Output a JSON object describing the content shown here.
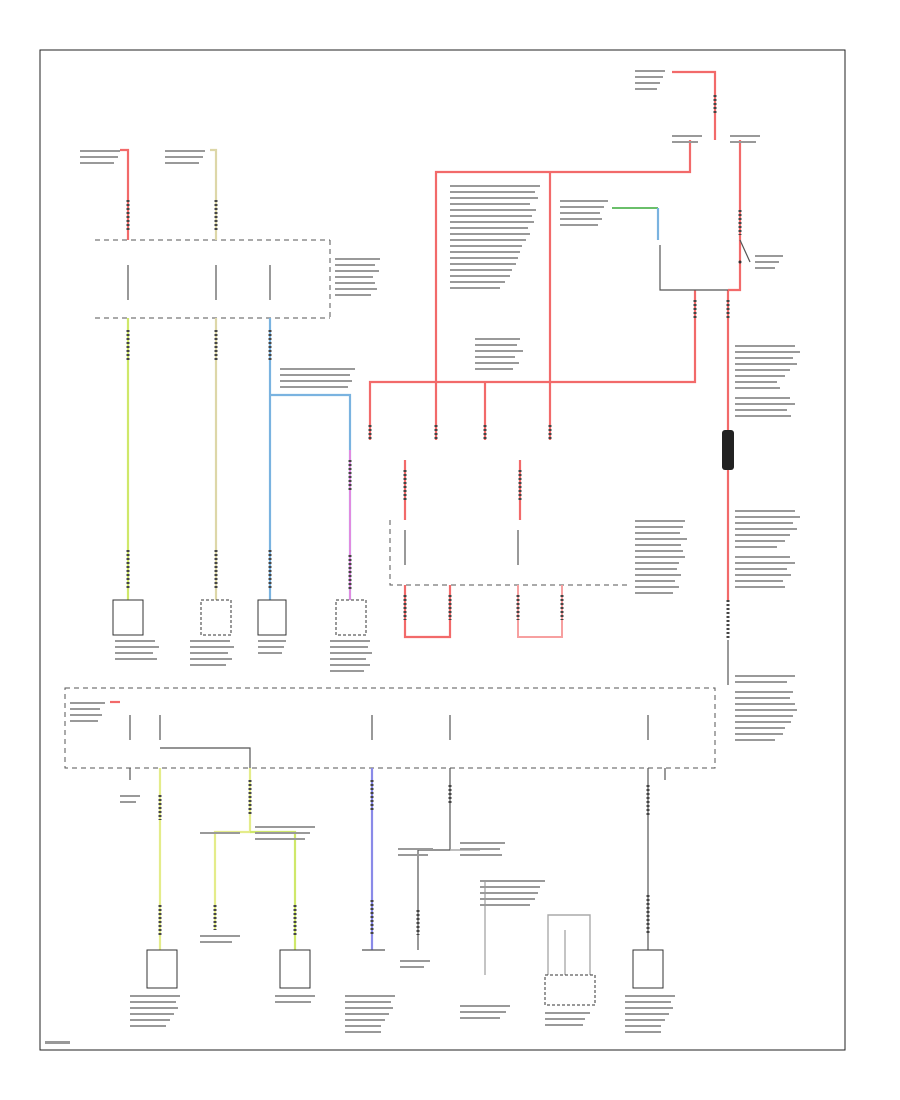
{
  "diagram": {
    "title": "",
    "figure_code": "",
    "note": ""
  },
  "colors": {
    "red": "#f26a6a",
    "light_red": "#f7a0a0",
    "yellow": "#e4ec8a",
    "lime": "#cfe86a",
    "tan": "#ddd7a8",
    "blue": "#7ab3e0",
    "pink": "#e08be0",
    "purple": "#8a8ae8",
    "green": "#6abf6a",
    "black": "#555555",
    "border": "#222222"
  },
  "components": [
    {
      "id": "upper-left-a",
      "type": "component-box"
    },
    {
      "id": "upper-left-b",
      "type": "component-box"
    },
    {
      "id": "upper-left-c",
      "type": "component-box"
    },
    {
      "id": "upper-left-d",
      "type": "component-box"
    },
    {
      "id": "lower-a",
      "type": "component-box"
    },
    {
      "id": "lower-b",
      "type": "component-box"
    },
    {
      "id": "lower-c",
      "type": "component-box"
    },
    {
      "id": "lower-d",
      "type": "component-box"
    }
  ]
}
